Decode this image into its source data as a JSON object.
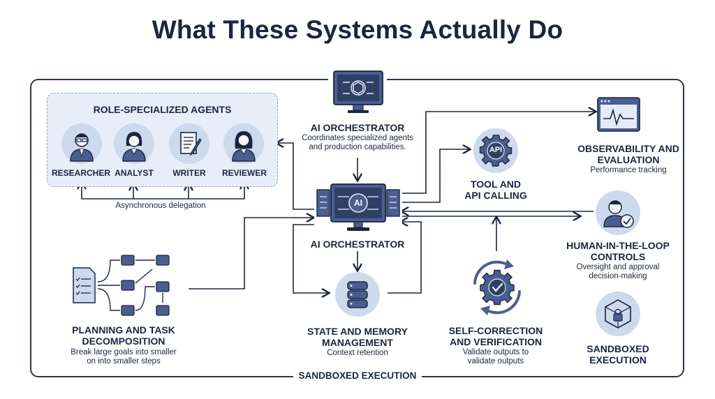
{
  "title": "What These Systems Actually Do",
  "agents": {
    "heading": "ROLE-SPECIALIZED AGENTS",
    "roles": [
      "RESEARCHER",
      "ANALYST",
      "WRITER",
      "REVIEWER"
    ],
    "note": "Asynchronous delegation"
  },
  "top_orchestrator": {
    "label": "AI ORCHESTRATOR",
    "desc_line1": "Coordinates specialized agents",
    "desc_line2": "and production capabilities."
  },
  "center_orchestrator": {
    "label": "AI ORCHESTRATOR",
    "chip_text": "AI"
  },
  "tool_calling": {
    "line1": "TOOL AND",
    "line2": "API CALLING",
    "icon_text": "API"
  },
  "observability": {
    "line1": "OBSERVABILITY AND",
    "line2": "EVALUATION",
    "desc": "Performance tracking"
  },
  "human_loop": {
    "line1": "HUMAN-IN-THE-LOOP",
    "line2": "CONTROLS",
    "desc_line1": "Oversight and approval",
    "desc_line2": "decision-making"
  },
  "planning": {
    "line1": "PLANNING AND TASK",
    "line2": "DECOMPOSITION",
    "desc_line1": "Break large goals into smaller",
    "desc_line2": "on into smaller steps"
  },
  "memory": {
    "line1": "STATE AND MEMORY",
    "line2": "MANAGEMENT",
    "desc": "Context retention"
  },
  "self_correction": {
    "line1": "SELF-CORRECTION",
    "line2": "AND VERIFICATION",
    "desc_line1": "Validate outputs to",
    "desc_line2": "validate outputs"
  },
  "sandbox": {
    "line1": "SANDBOXED",
    "line2": "EXECUTION"
  },
  "frame_label": "SANDBOXED EXECUTION",
  "colors": {
    "navy": "#1b2540",
    "icon_fill": "#4a5f8f",
    "circle_bg": "#cdd9ec",
    "panel_bg": "#e7eef8"
  }
}
